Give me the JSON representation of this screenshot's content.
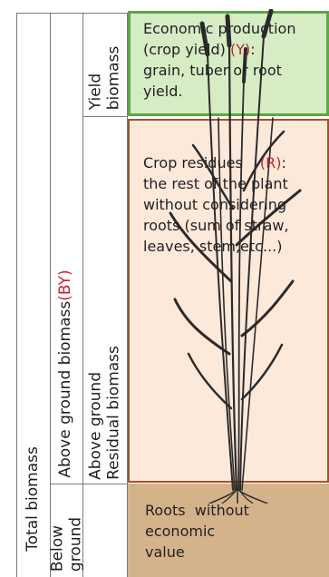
{
  "columns": {
    "total": {
      "label": "Total biomass"
    },
    "above_below": {
      "above_text": "Above ground biomass",
      "above_abbr": "(BY)",
      "below_line1": "Below",
      "below_line2": "ground"
    },
    "detail": {
      "yield_line1": "Yield",
      "yield_line2": "biomass",
      "residual_line1": "Above ground",
      "residual_line2": "Residual biomass"
    }
  },
  "boxes": {
    "yield": {
      "lines": [
        "Economic production",
        "(crop yield)",
        "(Y)",
        "grain, tuber or root",
        "yield."
      ],
      "color": "#d6ecc5",
      "border": "#5aa845"
    },
    "residues": {
      "lines": [
        "Crop residues",
        "(R)",
        ":",
        "the rest of the plant",
        "without considering",
        "roots (sum of straw,",
        "leaves, stem,etc...)"
      ],
      "color": "#fde9da",
      "border": "#a0522d"
    },
    "roots": {
      "lines": [
        "Roots  without",
        "economic",
        "value"
      ],
      "color": "#d4b38a"
    }
  },
  "colors": {
    "accent": "#c1272d"
  }
}
